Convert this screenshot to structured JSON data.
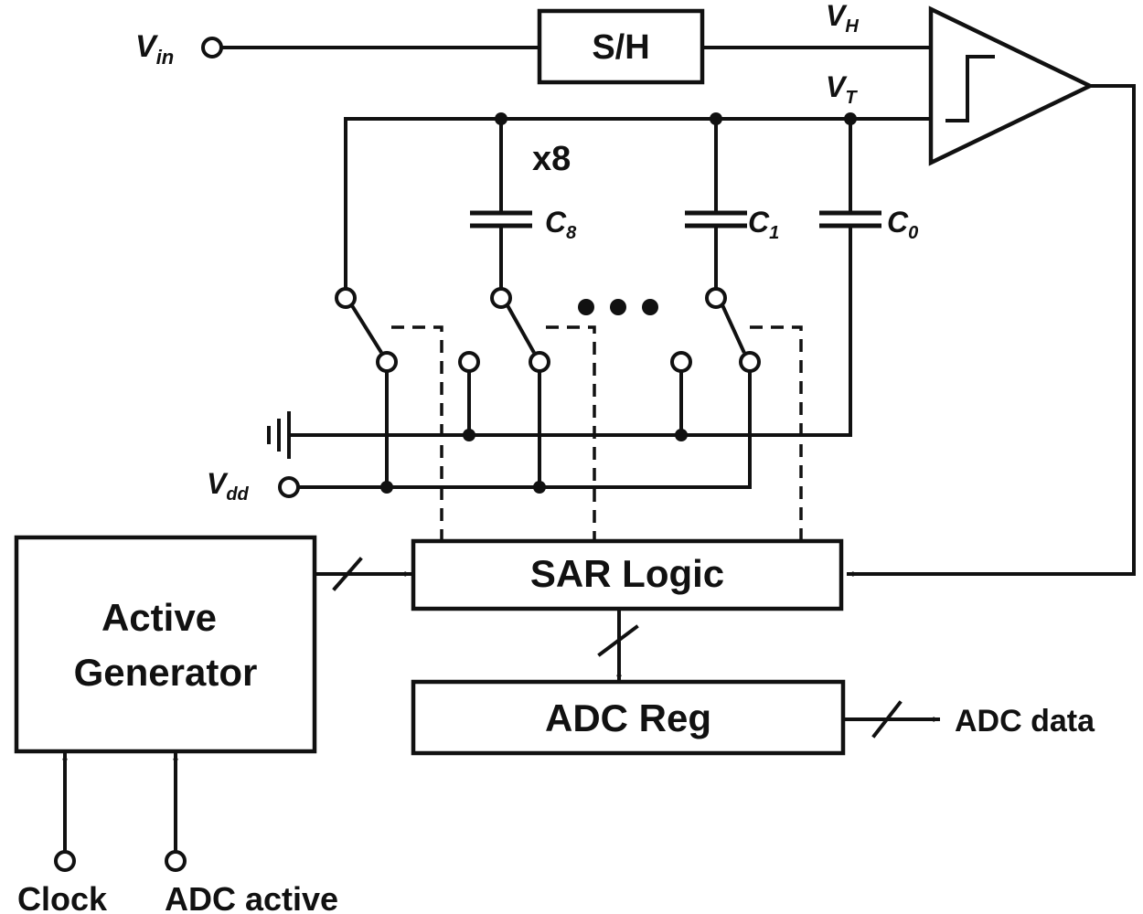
{
  "inputs": {
    "vin": "V",
    "vin_sub": "in",
    "vdd": "V",
    "vdd_sub": "dd",
    "clock": "Clock",
    "adc_active": "ADC active"
  },
  "signals": {
    "vh": "V",
    "vh_sub": "H",
    "vt": "V",
    "vt_sub": "T"
  },
  "capacitors": {
    "array_multiplier": "x8",
    "c8": "C",
    "c8_sub": "8",
    "c1": "C",
    "c1_sub": "1",
    "c0": "C",
    "c0_sub": "0"
  },
  "blocks": {
    "sample_hold": "S/H",
    "sar_logic": "SAR Logic",
    "adc_reg": "ADC Reg",
    "active_generator_line1": "Active",
    "active_generator_line2": "Generator"
  },
  "outputs": {
    "adc_data": "ADC data"
  }
}
